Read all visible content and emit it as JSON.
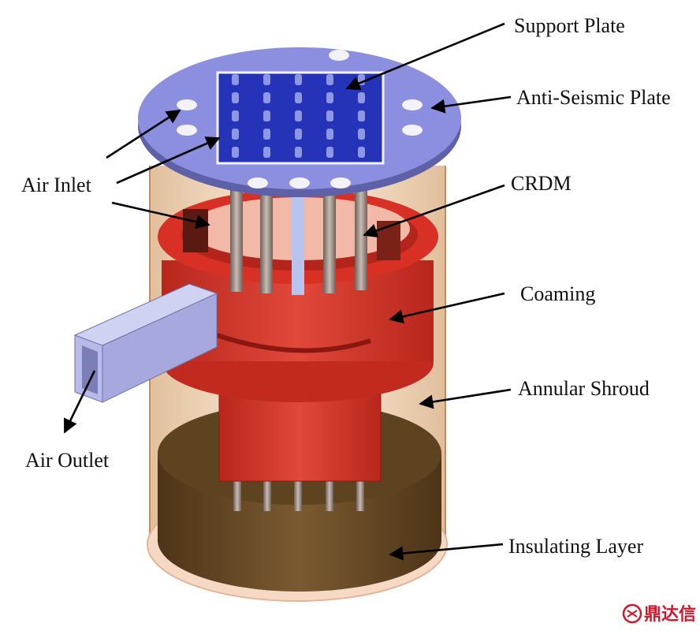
{
  "labels": {
    "support_plate": "Support Plate",
    "anti_seismic_plate": "Anti-Seismic Plate",
    "air_inlet": "Air Inlet",
    "crdm": "CRDM",
    "coaming": "Coaming",
    "annular_shroud": "Annular Shroud",
    "air_outlet": "Air Outlet",
    "insulating_layer": "Insulating Layer"
  },
  "watermark": {
    "text": "鼎达信",
    "color": "#d0182c"
  },
  "colors": {
    "plate": "#8c8ee0",
    "support_grid": "#2533b8",
    "coaming": "#d9342a",
    "shroud": "#d8a064",
    "insulating": "#6b4a26",
    "rod": "#9a8a80",
    "duct": "#a8aae0"
  }
}
